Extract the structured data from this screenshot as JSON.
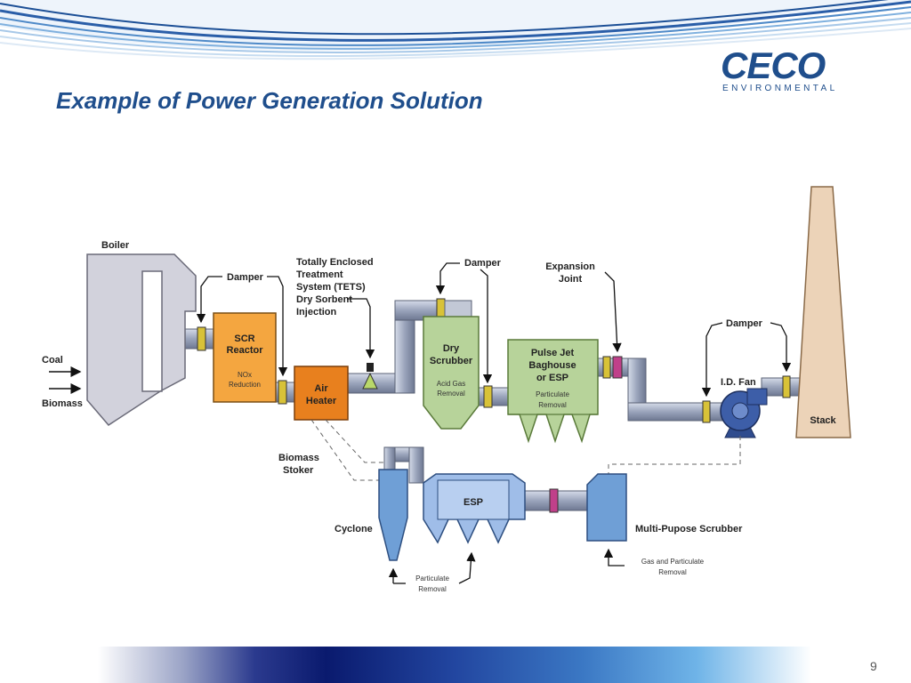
{
  "slide": {
    "title": "Example of Power Generation Solution",
    "page_number": "9"
  },
  "logo": {
    "name": "CECO",
    "tagline": "ENVIRONMENTAL",
    "color": "#1f4e8c"
  },
  "diagram": {
    "labels": {
      "boiler": "Boiler",
      "coal": "Coal",
      "biomass": "Biomass",
      "damper_1": "Damper",
      "tets_line1": "Totally Enclosed",
      "tets_line2": "Treatment",
      "tets_line3": "System (TETS)",
      "tets_line4": "Dry Sorbent",
      "tets_line5": "Injection",
      "damper_2": "Damper",
      "expansion_line1": "Expansion",
      "expansion_line2": "Joint",
      "damper_3": "Damper",
      "id_fan": "I.D. Fan",
      "stack": "Stack",
      "scr_line1": "SCR",
      "scr_line2": "Reactor",
      "scr_sub1": "NOx",
      "scr_sub2": "Reduction",
      "air_heater_line1": "Air",
      "air_heater_line2": "Heater",
      "dry_scrubber_line1": "Dry",
      "dry_scrubber_line2": "Scrubber",
      "dry_scrubber_sub1": "Acid Gas",
      "dry_scrubber_sub2": "Removal",
      "baghouse_line1": "Pulse Jet",
      "baghouse_line2": "Baghouse",
      "baghouse_line3": "or ESP",
      "baghouse_sub1": "Particulate",
      "baghouse_sub2": "Removal",
      "biomass_stoker_line1": "Biomass",
      "biomass_stoker_line2": "Stoker",
      "cyclone": "Cyclone",
      "esp": "ESP",
      "particulate_line1": "Particulate",
      "particulate_line2": "Removal",
      "multi_scrubber": "Multi-Pupose Scrubber",
      "gas_particulate_line1": "Gas and Particulate",
      "gas_particulate_line2": "Removal"
    }
  },
  "colors": {
    "title": "#1f4e8c",
    "scr": "#f4a640",
    "air_heater": "#e8801e",
    "dry_scrubber": "#b7d39a",
    "baghouse": "#b7d39a",
    "boiler": "#d2d2dc",
    "stack": "#ecd3b8",
    "esp": "#9fbde8",
    "cyclone": "#6f9fd6",
    "multi_scrubber": "#6f9fd6",
    "duct": "#a9b2c6",
    "damper": "#d8c238",
    "expansion_joint": "#c0408a",
    "fan": "#3d5ea8"
  }
}
